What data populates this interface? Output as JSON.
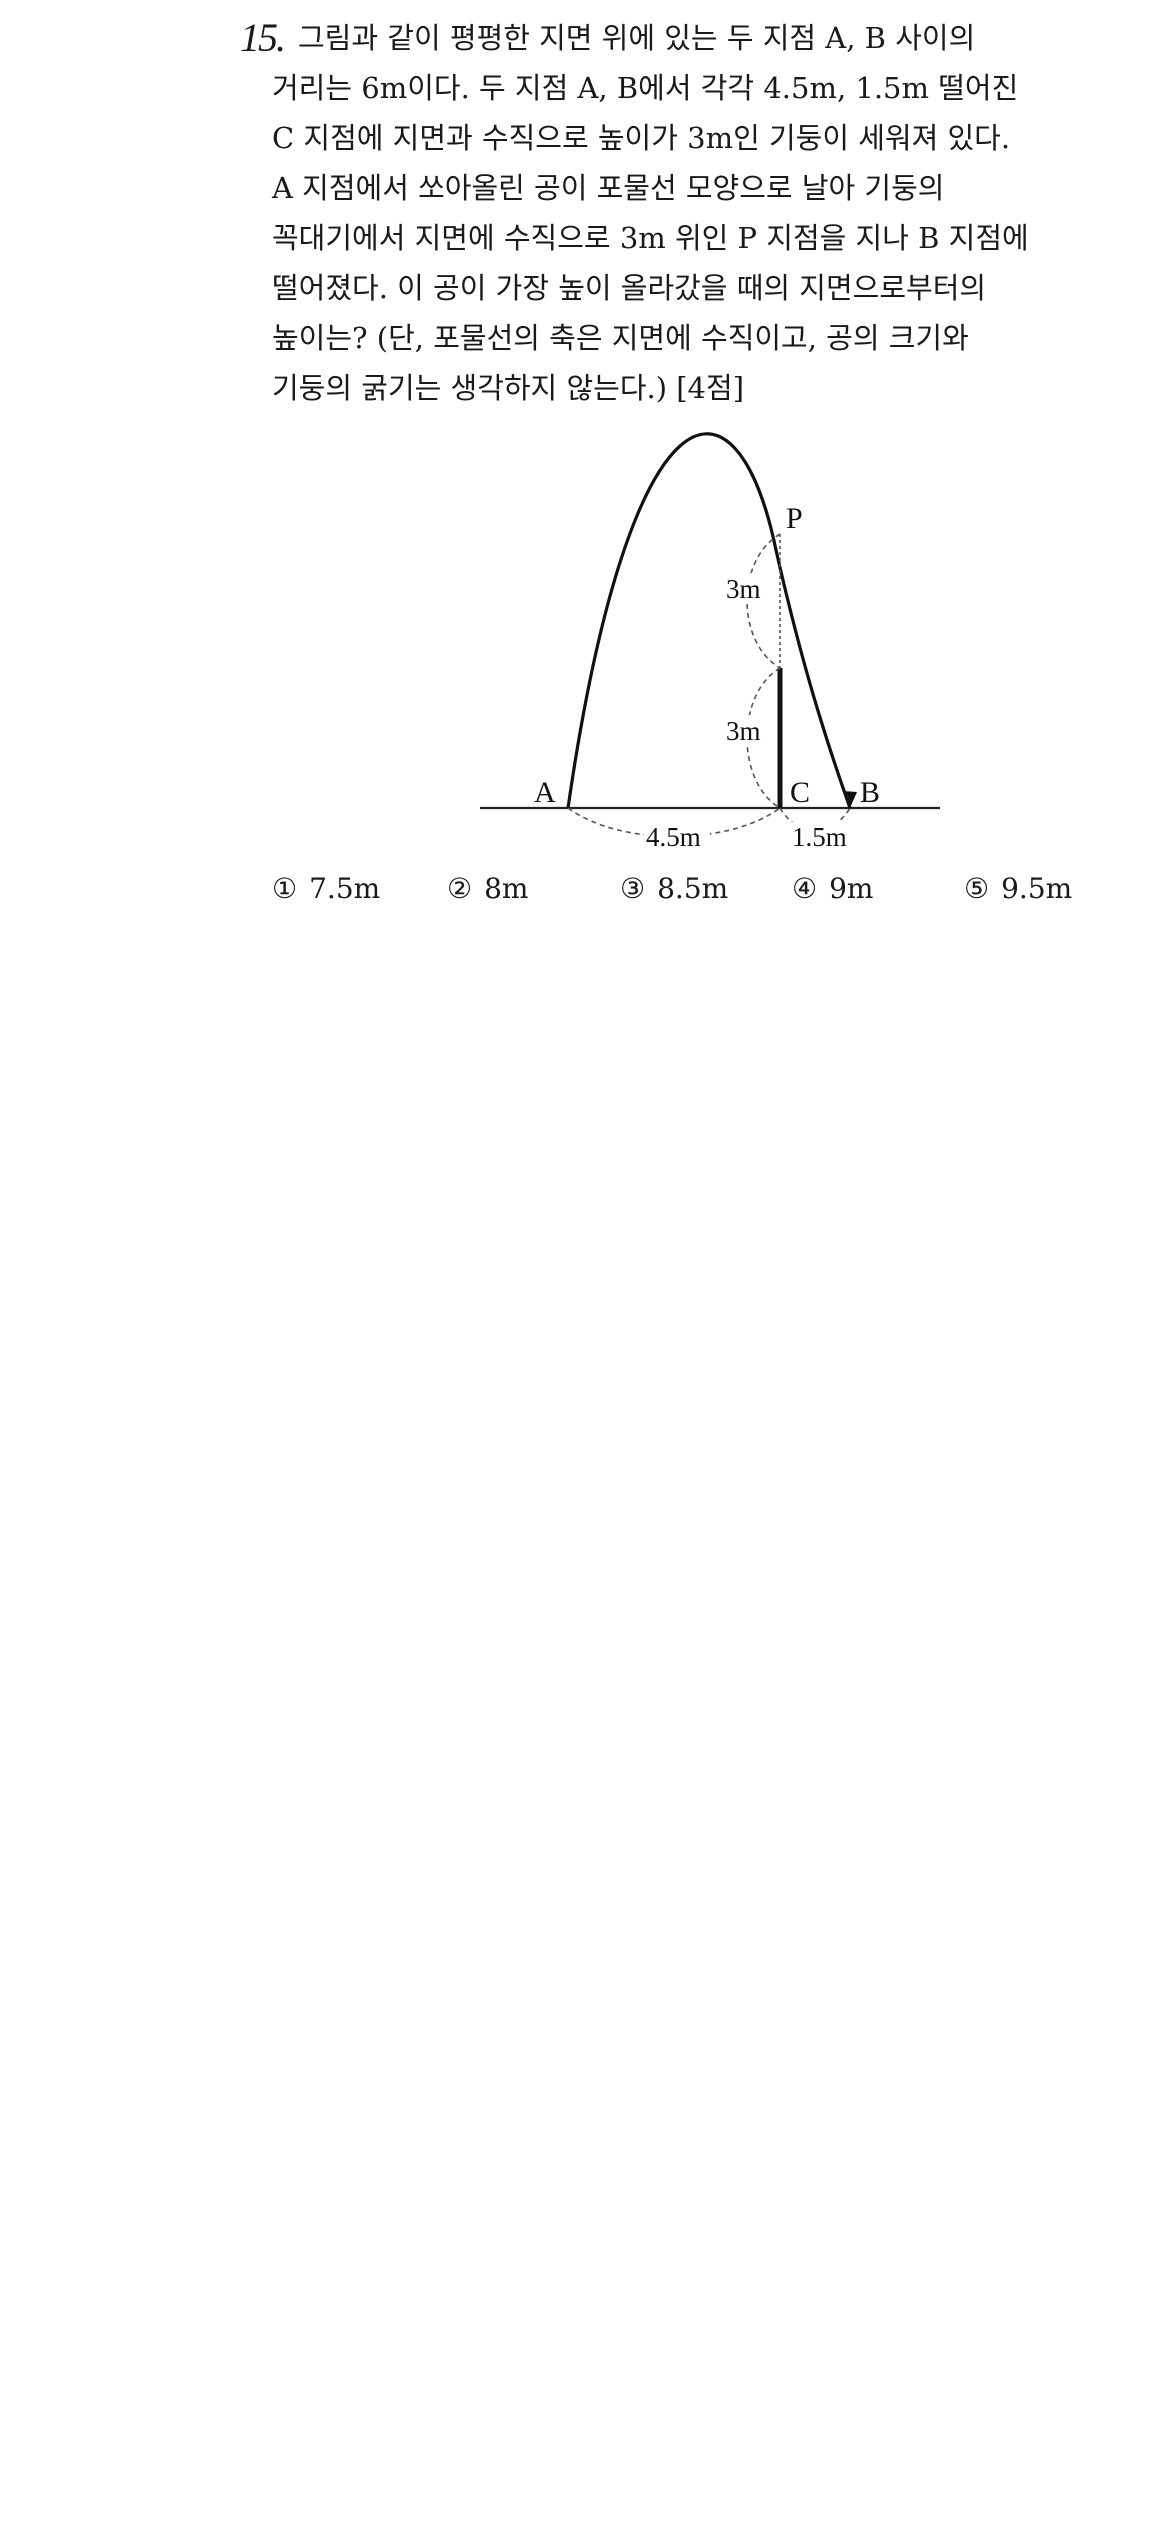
{
  "question": {
    "number": "15.",
    "lines": [
      "그림과 같이 평평한 지면 위에 있는 두 지점 A, B 사이의",
      "거리는 6m이다. 두 지점 A, B에서 각각 4.5m, 1.5m 떨어진",
      "C 지점에 지면과 수직으로 높이가 3m인 기둥이 세워져 있다.",
      "A 지점에서 쏘아올린 공이 포물선 모양으로 날아 기둥의",
      "꼭대기에서 지면에 수직으로 3m 위인 P 지점을 지나 B 지점에",
      "떨어졌다. 이 공이 가장 높이 올라갔을 때의 지면으로부터의",
      "높이는? (단, 포물선의 축은 지면에 수직이고, 공의 크기와",
      "기둥의 굵기는 생각하지 않는다.) [4점]"
    ]
  },
  "figure": {
    "point_a": "A",
    "point_b": "B",
    "point_c": "C",
    "point_p": "P",
    "upper_height": "3m",
    "pole_height": "3m",
    "dist_ac": "4.5m",
    "dist_cb": "1.5m"
  },
  "choices": [
    {
      "num": "①",
      "text": "7.5m"
    },
    {
      "num": "②",
      "text": "8m"
    },
    {
      "num": "③",
      "text": "8.5m"
    },
    {
      "num": "④",
      "text": "9m"
    },
    {
      "num": "⑤",
      "text": "9.5m"
    }
  ]
}
